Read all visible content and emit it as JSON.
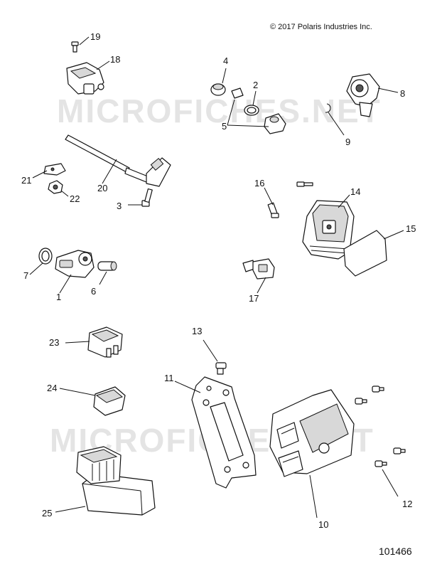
{
  "copyright": "© 2017 Polaris Industries Inc.",
  "document_number": "101466",
  "watermark": "MICROFICHES.NET",
  "callouts": [
    "1",
    "2",
    "3",
    "4",
    "5",
    "6",
    "7",
    "8",
    "9",
    "10",
    "11",
    "12",
    "13",
    "14",
    "15",
    "16",
    "17",
    "18",
    "19",
    "20",
    "21",
    "22",
    "23",
    "24",
    "25"
  ]
}
